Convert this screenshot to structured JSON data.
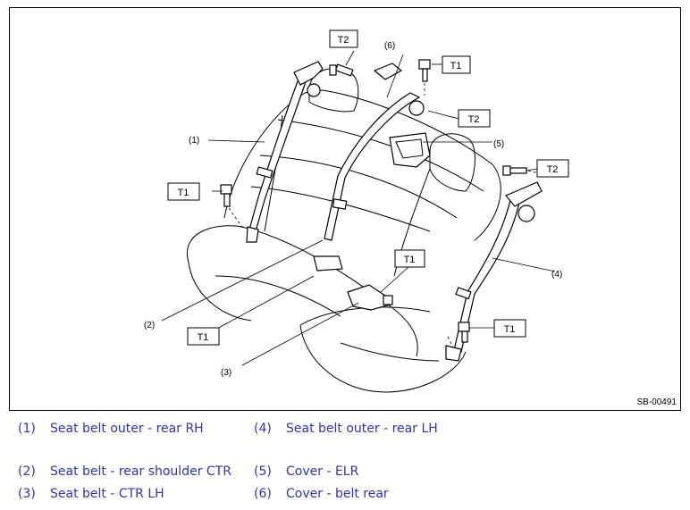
{
  "figure": {
    "id": "SB-00491",
    "callouts": [
      "(1)",
      "(2)",
      "(3)",
      "(4)",
      "(5)",
      "(6)"
    ],
    "torque": {
      "t1": "T1",
      "t2": "T2"
    }
  },
  "legend": [
    {
      "num": "(1)",
      "text": "Seat belt outer - rear RH"
    },
    {
      "num": "(4)",
      "text": "Seat belt outer - rear LH"
    },
    {
      "num": "(2)",
      "text": "Seat belt - rear shoulder CTR"
    },
    {
      "num": "(5)",
      "text": "Cover - ELR"
    },
    {
      "num": "(3)",
      "text": "Seat belt - CTR LH"
    },
    {
      "num": "(6)",
      "text": "Cover - belt rear"
    }
  ],
  "colors": {
    "legend_text": "#3333aa",
    "line": "#000000"
  }
}
